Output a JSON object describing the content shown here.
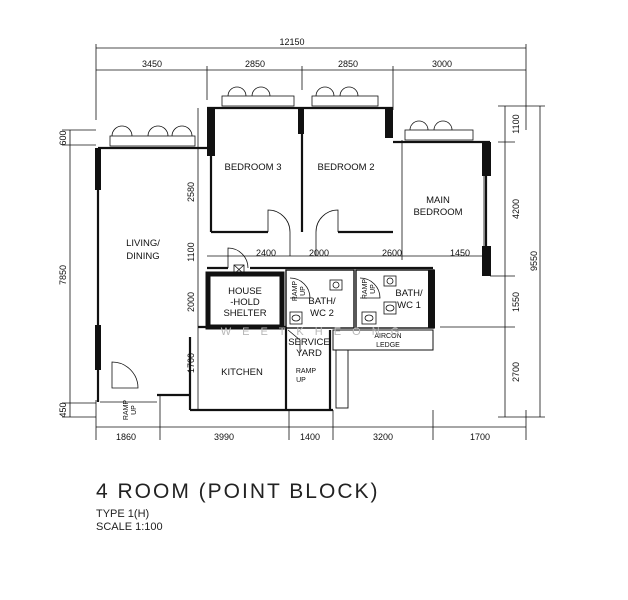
{
  "title": "4 ROOM (POINT BLOCK)",
  "type": "TYPE 1(H)",
  "scale": "SCALE 1:100",
  "watermark": "W E E T K H E O N G",
  "dimensions": {
    "overall": "12150",
    "top": [
      "3450",
      "2850",
      "2850",
      "3000"
    ],
    "bottom": [
      "1860",
      "3990",
      "1400",
      "3200",
      "1700"
    ],
    "right": [
      "1100",
      "4200",
      "1550",
      "2700"
    ],
    "right_total": "9550",
    "left_total": "7850",
    "left_top": "600",
    "left_bottom": "450",
    "inner_2580": "2580",
    "inner_1100": "1100",
    "inner_2000": "2000",
    "inner_1700": "1700",
    "mid_row": [
      "2400",
      "2000",
      "2600",
      "1450"
    ]
  },
  "rooms": {
    "bedroom3": "BEDROOM 3",
    "bedroom2": "BEDROOM 2",
    "master_1": "MAIN",
    "master_2": "BEDROOM",
    "living_1": "LIVING/",
    "living_2": "DINING",
    "shelter_1": "HOUSE",
    "shelter_2": "-HOLD",
    "shelter_3": "SHELTER",
    "bath2_1": "BATH/",
    "bath2_2": "WC 2",
    "bath1_1": "BATH/",
    "bath1_2": "WC 1",
    "service_1": "SERVICE",
    "service_2": "YARD",
    "kitchen": "KITCHEN",
    "aircon_1": "AIRCON",
    "aircon_2": "LEDGE"
  },
  "ramp": {
    "ramp": "RAMP",
    "up": "UP"
  }
}
